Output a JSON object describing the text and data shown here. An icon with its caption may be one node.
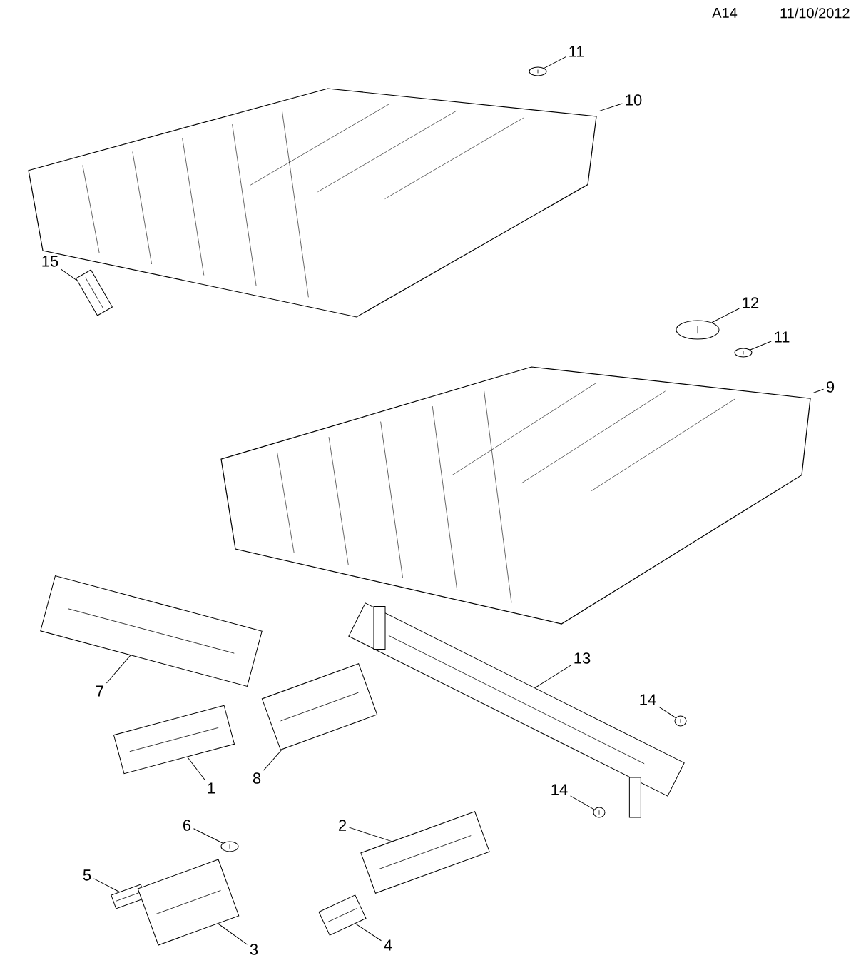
{
  "diagram": {
    "nodes": [
      {
        "text": [
          "11"
        ]
      },
      {
        "text": [
          "10"
        ]
      },
      {
        "text": [
          "15"
        ]
      },
      {
        "text": [
          "12"
        ]
      },
      {
        "text": [
          "11"
        ]
      },
      {
        "text": [
          "9"
        ]
      },
      {
        "text": [
          "13"
        ]
      },
      {
        "text": [
          "7"
        ]
      },
      {
        "text": [
          "14"
        ]
      },
      {
        "text": [
          "1"
        ]
      },
      {
        "text": [
          "8"
        ]
      },
      {
        "text": [
          "14"
        ]
      },
      {
        "text": [
          "6"
        ]
      },
      {
        "text": [
          "2"
        ]
      },
      {
        "text": [
          "5"
        ]
      },
      {
        "text": [
          "3"
        ]
      },
      {
        "text": [
          "4"
        ]
      },
      {
        "text": [],
        "shape": "picture"
      },
      {
        "text": [],
        "shape": "picture"
      },
      {
        "text": [],
        "shape": "picture"
      },
      {
        "text": [],
        "shape": "picture"
      },
      {
        "text": [],
        "shape": "picture"
      },
      {
        "text": [],
        "shape": "picture"
      },
      {
        "text": [],
        "shape": "picture"
      },
      {
        "text": [],
        "shape": "picture"
      },
      {
        "text": [],
        "shape": "picture"
      },
      {
        "text": [],
        "shape": "picture"
      },
      {
        "text": [],
        "shape": "picture"
      },
      {
        "text": [],
        "shape": "picture"
      },
      {
        "text": [],
        "shape": "picture"
      },
      {
        "text": [],
        "shape": "picture"
      },
      {
        "text": [],
        "shape": "picture"
      },
      {
        "text": [],
        "shape": "picture"
      },
      {
        "text": [],
        "shape": "picture"
      }
    ],
    "edges": [
      {
        "from": 0,
        "to": 17,
        "arrow": "none"
      },
      {
        "from": 1,
        "to": 18,
        "arrow": "none"
      },
      {
        "from": 2,
        "to": 19,
        "arrow": "none"
      },
      {
        "from": 3,
        "to": 20,
        "arrow": "none"
      },
      {
        "from": 4,
        "to": 21,
        "arrow": "none"
      },
      {
        "from": 5,
        "to": 22,
        "arrow": "none"
      },
      {
        "from": 6,
        "to": 23,
        "arrow": "none"
      },
      {
        "from": 7,
        "to": 24,
        "arrow": "none"
      },
      {
        "from": 8,
        "to": 25,
        "arrow": "none"
      },
      {
        "from": 9,
        "to": 26,
        "arrow": "none"
      },
      {
        "from": 10,
        "to": 27,
        "arrow": "none"
      },
      {
        "from": 11,
        "to": 28,
        "arrow": "none"
      },
      {
        "from": 12,
        "to": 29,
        "arrow": "none"
      },
      {
        "from": 13,
        "to": 30,
        "arrow": "none"
      },
      {
        "from": 14,
        "to": 31,
        "arrow": "none"
      },
      {
        "from": 15,
        "to": 32,
        "arrow": "none"
      },
      {
        "from": 16,
        "to": 33,
        "arrow": "none"
      }
    ],
    "labels": [
      "A14",
      "11/10/2012"
    ]
  }
}
